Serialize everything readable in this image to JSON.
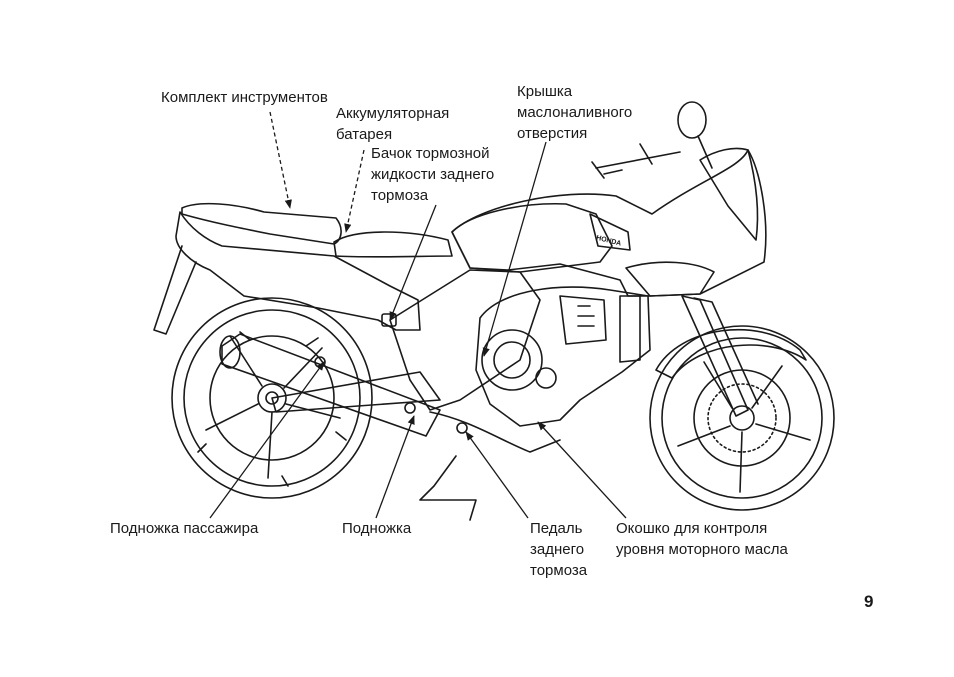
{
  "labels": {
    "instrument_panel": "Комплект инструментов",
    "battery": [
      "Аккумуляторная",
      "батарея"
    ],
    "rear_brake_reservoir": [
      "Бачок тормозной",
      "жидкости заднего",
      "тормоза"
    ],
    "oil_filler_cap": [
      "Крышка",
      "маслоналивного",
      "отверстия"
    ],
    "passenger_footpeg": "Подножка пассажира",
    "footpeg": "Подножка",
    "rear_brake_pedal": [
      "Педаль",
      "заднего",
      "тормоза"
    ],
    "oil_level_window": [
      "Окошко для контроля",
      "уровня моторного масла"
    ]
  },
  "brand": "HONDA",
  "page_number": "9"
}
